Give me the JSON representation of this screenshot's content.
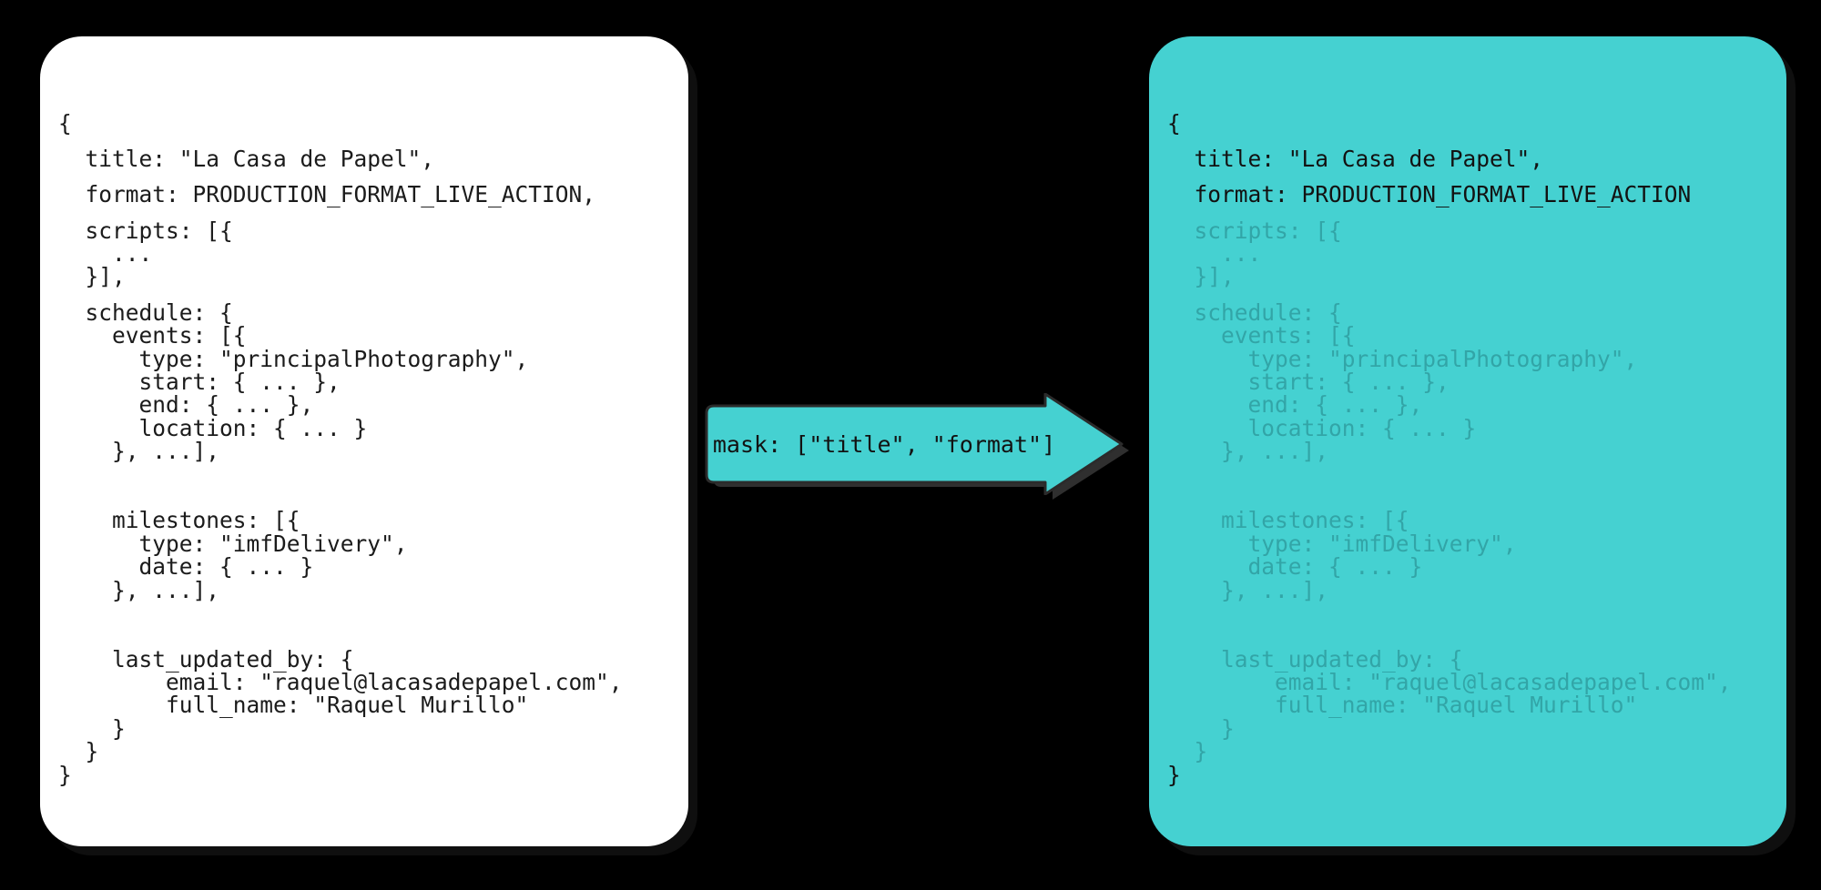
{
  "colors": {
    "background": "#000000",
    "source_panel_bg": "#ffffff",
    "result_panel_bg": "#45d1d1",
    "arrow_fill": "#45d1d1",
    "arrow_outline": "#2b2b2b",
    "text": "#1b1b1b",
    "faded_text": "rgba(20,95,100,0.38)"
  },
  "source_panel": {
    "name": "source-json",
    "lines": [
      {
        "text": "{",
        "faded": false
      },
      {
        "text": "",
        "faded": false,
        "spacer": true
      },
      {
        "text": "  title: \"La Casa de Papel\",",
        "faded": false
      },
      {
        "text": "",
        "faded": false,
        "spacer": true
      },
      {
        "text": "  format: PRODUCTION_FORMAT_LIVE_ACTION,",
        "faded": false
      },
      {
        "text": "",
        "faded": false,
        "spacer": true
      },
      {
        "text": "  scripts: [{",
        "faded": false
      },
      {
        "text": "    ...",
        "faded": false
      },
      {
        "text": "  }],",
        "faded": false
      },
      {
        "text": "",
        "faded": false,
        "spacer": true
      },
      {
        "text": "  schedule: {",
        "faded": false
      },
      {
        "text": "    events: [{",
        "faded": false
      },
      {
        "text": "      type: \"principalPhotography\",",
        "faded": false
      },
      {
        "text": "      start: { ... },",
        "faded": false
      },
      {
        "text": "      end: { ... },",
        "faded": false
      },
      {
        "text": "      location: { ... }",
        "faded": false
      },
      {
        "text": "    }, ...],",
        "faded": false
      },
      {
        "text": "",
        "faded": false
      },
      {
        "text": "",
        "faded": false
      },
      {
        "text": "    milestones: [{",
        "faded": false
      },
      {
        "text": "      type: \"imfDelivery\",",
        "faded": false
      },
      {
        "text": "      date: { ... }",
        "faded": false
      },
      {
        "text": "    }, ...],",
        "faded": false
      },
      {
        "text": "",
        "faded": false
      },
      {
        "text": "",
        "faded": false
      },
      {
        "text": "    last_updated_by: {",
        "faded": false
      },
      {
        "text": "        email: \"raquel@lacasadepapel.com\",",
        "faded": false
      },
      {
        "text": "        full_name: \"Raquel Murillo\"",
        "faded": false
      },
      {
        "text": "    }",
        "faded": false
      },
      {
        "text": "  }",
        "faded": false
      },
      {
        "text": "}",
        "faded": false
      }
    ]
  },
  "result_panel": {
    "name": "masked-json",
    "lines": [
      {
        "text": "{",
        "faded": false
      },
      {
        "text": "",
        "faded": false,
        "spacer": true
      },
      {
        "text": "  title: \"La Casa de Papel\",",
        "faded": false
      },
      {
        "text": "",
        "faded": false,
        "spacer": true
      },
      {
        "text": "  format: PRODUCTION_FORMAT_LIVE_ACTION",
        "faded": false
      },
      {
        "text": "",
        "faded": false,
        "spacer": true
      },
      {
        "text": "  scripts: [{",
        "faded": true
      },
      {
        "text": "    ...",
        "faded": true
      },
      {
        "text": "  }],",
        "faded": true
      },
      {
        "text": "",
        "faded": true,
        "spacer": true
      },
      {
        "text": "  schedule: {",
        "faded": true
      },
      {
        "text": "    events: [{",
        "faded": true
      },
      {
        "text": "      type: \"principalPhotography\",",
        "faded": true
      },
      {
        "text": "      start: { ... },",
        "faded": true
      },
      {
        "text": "      end: { ... },",
        "faded": true
      },
      {
        "text": "      location: { ... }",
        "faded": true
      },
      {
        "text": "    }, ...],",
        "faded": true
      },
      {
        "text": "",
        "faded": true
      },
      {
        "text": "",
        "faded": true
      },
      {
        "text": "    milestones: [{",
        "faded": true
      },
      {
        "text": "      type: \"imfDelivery\",",
        "faded": true
      },
      {
        "text": "      date: { ... }",
        "faded": true
      },
      {
        "text": "    }, ...],",
        "faded": true
      },
      {
        "text": "",
        "faded": true
      },
      {
        "text": "",
        "faded": true
      },
      {
        "text": "    last_updated_by: {",
        "faded": true
      },
      {
        "text": "        email: \"raquel@lacasadepapel.com\",",
        "faded": true
      },
      {
        "text": "        full_name: \"Raquel Murillo\"",
        "faded": true
      },
      {
        "text": "    }",
        "faded": true
      },
      {
        "text": "  }",
        "faded": true
      },
      {
        "text": "}",
        "faded": false
      }
    ]
  },
  "arrow": {
    "label": "mask: [\"title\", \"format\"]",
    "direction": "right"
  }
}
